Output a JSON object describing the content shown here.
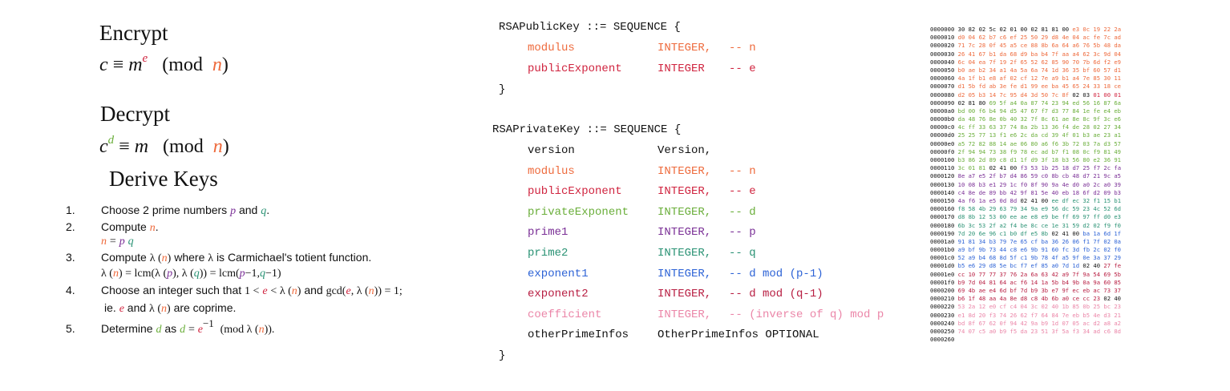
{
  "colors": {
    "n": "#ee6a3c",
    "e": "#d0243f",
    "d": "#6aae3a",
    "p": "#7a2f96",
    "q": "#2a9274",
    "exponent1": "#2d63d6",
    "exponent2": "#b81e42",
    "coefficient": "#eb86a8",
    "black": "#111111"
  },
  "math": {
    "encrypt": {
      "title": "Encrypt",
      "c": "c",
      "equiv": "≡",
      "m": "m",
      "exp": "e",
      "mod": "(mod",
      "n": "n",
      "close": ")"
    },
    "decrypt": {
      "title": "Decrypt",
      "c": "c",
      "exp": "d",
      "equiv": "≡",
      "m": "m",
      "mod": "(mod",
      "n": "n",
      "close": ")"
    },
    "derive_title": "Derive Keys",
    "steps": [
      {
        "num": "1.",
        "a": "Choose 2 prime numbers",
        "p": "p",
        "and": "and",
        "q": "q",
        "end": "."
      },
      {
        "num": "2.",
        "a": "Compute",
        "n": "n",
        "end": ".",
        "eq_n": "n",
        "eq_mid": "=",
        "eq_p": "p",
        "eq_q": "q"
      },
      {
        "num": "3.",
        "a": "Compute",
        "lam": "λ (",
        "n": "n",
        "close": ")",
        "b": "where",
        "lam2": "λ",
        "c": "is Carmichael's totient function.",
        "f1": "λ (",
        "f_n": "n",
        "f2": ") = lcm(λ (",
        "f_p": "p",
        "f3": "), λ (",
        "f_q": "q",
        "f4": ")) = lcm(",
        "f_p2": "p",
        "f5": "−1,",
        "f_q2": "q",
        "f6": "−1)"
      },
      {
        "num": "4.",
        "a": "Choose an integer such that",
        "g1": "1 <",
        "e": "e",
        "g2": "< λ (",
        "n": "n",
        "g3": ")",
        "and": "and",
        "g4": "gcd(",
        "e2": "e",
        "g5": ", λ (",
        "n2": "n",
        "g6": ")) = 1;",
        "ie": "ie.",
        "e3": "e",
        "and2": "and",
        "lam": "λ (",
        "n3": "n",
        "close": ")",
        "coprime": "are coprime."
      },
      {
        "num": "5.",
        "a": "Determine",
        "d": "d",
        "as": "as",
        "d2": "d",
        "eq": "=",
        "e": "e",
        "exp": "−1",
        "mod": "(mod  λ (",
        "n": "n",
        "close": ")).",
        "end": ""
      }
    ]
  },
  "asn1": {
    "pub_header": "RSAPublicKey ::= SEQUENCE {",
    "pub_fields": [
      {
        "name": "modulus",
        "type": "INTEGER,",
        "comment": "-- n",
        "color": "n"
      },
      {
        "name": "publicExponent",
        "type": "INTEGER",
        "comment": "-- e",
        "color": "e"
      }
    ],
    "pub_close": "}",
    "priv_header": "RSAPrivateKey ::= SEQUENCE {",
    "priv_fields": [
      {
        "name": "version",
        "type": "Version,",
        "comment": "",
        "color": "black"
      },
      {
        "name": "modulus",
        "type": "INTEGER,",
        "comment": "-- n",
        "color": "n"
      },
      {
        "name": "publicExponent",
        "type": "INTEGER,",
        "comment": "-- e",
        "color": "e"
      },
      {
        "name": "privateExponent",
        "type": "INTEGER,",
        "comment": "-- d",
        "color": "d"
      },
      {
        "name": "prime1",
        "type": "INTEGER,",
        "comment": "-- p",
        "color": "p"
      },
      {
        "name": "prime2",
        "type": "INTEGER,",
        "comment": "-- q",
        "color": "q"
      },
      {
        "name": "exponent1",
        "type": "INTEGER,",
        "comment": "-- d mod (p-1)",
        "color": "exponent1"
      },
      {
        "name": "exponent2",
        "type": "INTEGER,",
        "comment": "-- d mod (q-1)",
        "color": "exponent2"
      },
      {
        "name": "coefficient",
        "type": "INTEGER,",
        "comment": "-- (inverse of q) mod p",
        "color": "coefficient"
      },
      {
        "name": "otherPrimeInfos",
        "type": "OtherPrimeInfos OPTIONAL",
        "comment": "",
        "color": "black"
      }
    ],
    "priv_close": "}"
  },
  "hexdump": [
    {
      "addr": "0000000",
      "bytes": [
        [
          "30 82 02 5c 02 01 00 02 81 81 00",
          "black"
        ],
        [
          "e3 0c 19 22 2a",
          "n"
        ]
      ]
    },
    {
      "addr": "0000010",
      "bytes": [
        [
          "d0 04 62 b7 c6 ef 25 50 29 d8 4e 04 ac fe 7c ad",
          "n"
        ]
      ]
    },
    {
      "addr": "0000020",
      "bytes": [
        [
          "71 7c 28 0f 45 a5 ce 88 8b 6a 64 a6 76 5b 48 da",
          "n"
        ]
      ]
    },
    {
      "addr": "0000030",
      "bytes": [
        [
          "26 41 67 b1 da 68 d9 ba b4 7f aa a4 62 3c 9d 04",
          "n"
        ]
      ]
    },
    {
      "addr": "0000040",
      "bytes": [
        [
          "6c 04 ea 7f 19 2f 65 52 62 85 90 70 7b 6d f2 e9",
          "n"
        ]
      ]
    },
    {
      "addr": "0000050",
      "bytes": [
        [
          "b0 ae b2 34 a1 4a 5a 6a 74 1d 36 35 bf 60 57 d1",
          "n"
        ]
      ]
    },
    {
      "addr": "0000060",
      "bytes": [
        [
          "4a 1f b1 e8 af 02 cf 12 7e a9 b1 a4 7e 85 30 11",
          "n"
        ]
      ]
    },
    {
      "addr": "0000070",
      "bytes": [
        [
          "d1 5b fd ab 3e fe d1 99 ee ba 45 65 24 33 18 ce",
          "n"
        ]
      ]
    },
    {
      "addr": "0000080",
      "bytes": [
        [
          "d2 05 b3 14 7c 95 d4 3d 50 7c 8f",
          "n"
        ],
        [
          "02 03",
          "black"
        ],
        [
          "01 00 01",
          "e"
        ]
      ]
    },
    {
      "addr": "0000090",
      "bytes": [
        [
          "02 81 80",
          "black"
        ],
        [
          "69 5f a4 0a 87 74 23 94 ed 56 16 87 6a",
          "d"
        ]
      ]
    },
    {
      "addr": "00000a0",
      "bytes": [
        [
          "bd 00 f6 b4 94 d5 47 67 f7 d3 77 84 1e fe e4 eb",
          "d"
        ]
      ]
    },
    {
      "addr": "00000b0",
      "bytes": [
        [
          "da 48 76 8e 0b 40 32 7f 8c 61 ae 8e 8c 9f 3c e6",
          "d"
        ]
      ]
    },
    {
      "addr": "00000c0",
      "bytes": [
        [
          "4c ff 33 63 37 74 8a 2b 13 36 f4 de 28 02 27 34",
          "d"
        ]
      ]
    },
    {
      "addr": "00000d0",
      "bytes": [
        [
          "25 25 77 13 f1 e6 2c da cd 39 4f 01 b3 ae 23 a1",
          "d"
        ]
      ]
    },
    {
      "addr": "00000e0",
      "bytes": [
        [
          "a5 72 82 88 14 ae 06 80 a6 f6 3b 72 03 7a d3 57",
          "d"
        ]
      ]
    },
    {
      "addr": "00000f0",
      "bytes": [
        [
          "2f 94 94 73 38 f9 78 ec ad b7 f1 08 0c f9 81 49",
          "d"
        ]
      ]
    },
    {
      "addr": "0000100",
      "bytes": [
        [
          "b3 86 2d 89 c8 d1 1f d9 3f 18 b3 56 80 e2 36 91",
          "d"
        ]
      ]
    },
    {
      "addr": "0000110",
      "bytes": [
        [
          "3c 01 81",
          "d"
        ],
        [
          "02 41 00",
          "black"
        ],
        [
          "f3 53 1b 25 18 d7 25 f7 2c fa",
          "p"
        ]
      ]
    },
    {
      "addr": "0000120",
      "bytes": [
        [
          "8e a7 e5 2f b7 d4 86 59 c0 8b cb 48 d7 21 9c a5",
          "p"
        ]
      ]
    },
    {
      "addr": "0000130",
      "bytes": [
        [
          "10 08 b3 e1 29 1c f0 8f 90 9a 4e d0 a0 2c a0 39",
          "p"
        ]
      ]
    },
    {
      "addr": "0000140",
      "bytes": [
        [
          "c4 8e de 89 bb 42 9f 81 5e 40 eb 18 6f d2 09 b3",
          "p"
        ]
      ]
    },
    {
      "addr": "0000150",
      "bytes": [
        [
          "4a f6 1a e5 0d 8d",
          "p"
        ],
        [
          "02 41 00",
          "black"
        ],
        [
          "ee df ec 32 f1 15 b1",
          "q"
        ]
      ]
    },
    {
      "addr": "0000160",
      "bytes": [
        [
          "f8 58 4b 29 63 79 34 9a e9 56 dc 59 23 4c 52 6d",
          "q"
        ]
      ]
    },
    {
      "addr": "0000170",
      "bytes": [
        [
          "d8 8b 12 53 00 ee ae e8 e9 be ff 69 97 ff d0 e3",
          "q"
        ]
      ]
    },
    {
      "addr": "0000180",
      "bytes": [
        [
          "6b 3c 53 2f a2 f4 be 8c ce 1e 31 59 d2 02 f9 f0",
          "q"
        ]
      ]
    },
    {
      "addr": "0000190",
      "bytes": [
        [
          "7d 20 6e 96 c1 b0 df e5 8b",
          "q"
        ],
        [
          "02 41 00",
          "black"
        ],
        [
          "ba 1a 6d 1f",
          "exponent1"
        ]
      ]
    },
    {
      "addr": "00001a0",
      "bytes": [
        [
          "91 81 34 b3 79 7e 65 cf ba 36 26 06 f1 7f 02 0a",
          "exponent1"
        ]
      ]
    },
    {
      "addr": "00001b0",
      "bytes": [
        [
          "a9 bf 9b 73 44 c8 e6 9b 91 60 fc 3d fb 2c 02 f0",
          "exponent1"
        ]
      ]
    },
    {
      "addr": "00001c0",
      "bytes": [
        [
          "52 a9 b4 68 8d 5f c1 9b 78 4f a5 9f 0e 3a 37 29",
          "exponent1"
        ]
      ]
    },
    {
      "addr": "00001d0",
      "bytes": [
        [
          "b5 e6 29 d8 5e bc f7 ef 85 a0 7d 1d",
          "exponent1"
        ],
        [
          "02 40",
          "black"
        ],
        [
          "27 fe",
          "exponent2"
        ]
      ]
    },
    {
      "addr": "00001e0",
      "bytes": [
        [
          "cc 10 77 77 37 76 2a 6a 63 42 a9 7f 9a 54 69 5b",
          "exponent2"
        ]
      ]
    },
    {
      "addr": "00001f0",
      "bytes": [
        [
          "b9 7d 04 81 64 ac f6 14 1a 5b b4 9b 0a 9a 60 85",
          "exponent2"
        ]
      ]
    },
    {
      "addr": "0000200",
      "bytes": [
        [
          "69 4b ae e4 6d bf 7d b9 3b e7 9f ec eb ac 73 37",
          "exponent2"
        ]
      ]
    },
    {
      "addr": "0000210",
      "bytes": [
        [
          "b6 1f 48 aa 4a 8e d8 c8 4b 6b a0 ce cc 23",
          "exponent2"
        ],
        [
          "02 40",
          "black"
        ]
      ]
    },
    {
      "addr": "0000220",
      "bytes": [
        [
          "53 2a 12 e0 cf c4 04 3c 02 40 1b 85 0b 25 bc 23",
          "coefficient"
        ]
      ]
    },
    {
      "addr": "0000230",
      "bytes": [
        [
          "e1 8d 20 f3 74 26 62 f7 64 84 7e eb b5 4e d3 21",
          "coefficient"
        ]
      ]
    },
    {
      "addr": "0000240",
      "bytes": [
        [
          "bd 8f 67 62 0f 94 42 9a b9 1d 07 05 ac d2 a8 a2",
          "coefficient"
        ]
      ]
    },
    {
      "addr": "0000250",
      "bytes": [
        [
          "74 07 c5 a0 b9 f5 da 23 51 3f 5a f3 34 ad c6 8d",
          "coefficient"
        ]
      ]
    },
    {
      "addr": "0000260",
      "bytes": []
    }
  ]
}
